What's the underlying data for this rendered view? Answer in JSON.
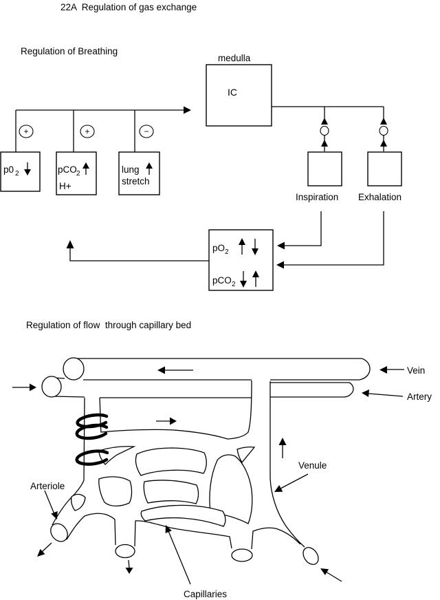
{
  "title": "22A  Regulation of gas exchange",
  "breathing": {
    "heading": "Regulation of Breathing",
    "medulla_label": "medulla",
    "ic_label": "IC",
    "sign_plus_1": "+",
    "sign_plus_2": "+",
    "sign_minus": "−",
    "sensor1": {
      "main": "p0",
      "sub": "2"
    },
    "sensor2": {
      "main": "pCO",
      "sub": "2",
      "extra": "H+"
    },
    "sensor3": {
      "line1": "lung",
      "line2": "stretch"
    },
    "inspiration_label": "Inspiration",
    "exhalation_label": "Exhalation",
    "feedback": {
      "row1_main": "pO",
      "row1_sub": "2",
      "row2_main": "pCO",
      "row2_sub": "2"
    }
  },
  "capillary": {
    "heading": "Regulation of flow  through capillary bed",
    "vein_label": "Vein",
    "artery_label": "Artery",
    "venule_label": "Venule",
    "arteriole_label": "Arteriole",
    "capillaries_label": "Capillaries"
  },
  "colors": {
    "ink": "#000000",
    "background": "#ffffff"
  }
}
